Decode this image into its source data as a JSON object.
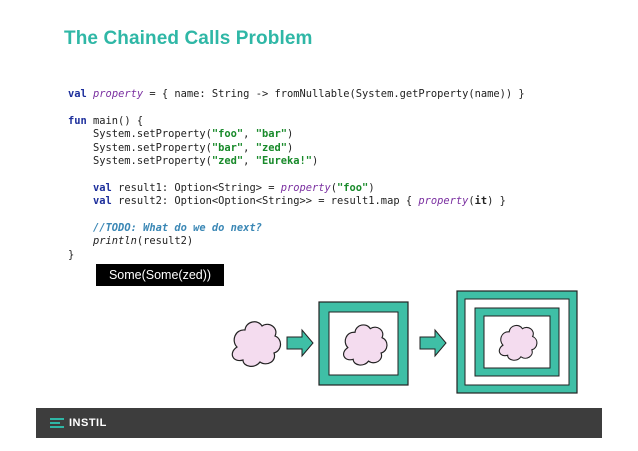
{
  "slide": {
    "title": "The Chained Calls Problem"
  },
  "code": {
    "line1": {
      "kw": "val",
      "prop": "property",
      "rest": " = { name: String -> fromNullable(System.getProperty(name)) }"
    },
    "line2": {
      "kw": "fun",
      "rest": " main() {"
    },
    "set1": {
      "pre": "    System.setProperty(",
      "s1": "\"foo\"",
      "sep": ", ",
      "s2": "\"bar\"",
      "post": ")"
    },
    "set2": {
      "pre": "    System.setProperty(",
      "s1": "\"bar\"",
      "sep": ", ",
      "s2": "\"zed\"",
      "post": ")"
    },
    "set3": {
      "pre": "    System.setProperty(",
      "s1": "\"zed\"",
      "sep": ", ",
      "s2": "\"Eureka!\"",
      "post": ")"
    },
    "result1": {
      "kw": "val",
      "mid": " result1: Option<String> = ",
      "prop": "property",
      "open": "(",
      "s": "\"foo\"",
      "close": ")"
    },
    "result2": {
      "kw": "val",
      "mid": " result2: Option<Option<String>> = result1.map { ",
      "prop": "property",
      "open": "(",
      "it": "it",
      "close": ") }"
    },
    "comment": {
      "slashes": "//",
      "text": "TODO: What do we do next?"
    },
    "println": {
      "fn": "println",
      "rest": "(result2)"
    },
    "closing": "}"
  },
  "output": {
    "text": "Some(Some(zed))"
  },
  "footer": {
    "brand": "INSTIL"
  },
  "colors": {
    "accent": "#2fb7a6",
    "footer_bg": "#3d3d3d",
    "box_fill": "#3fbfa6",
    "cloud_fill": "#f4dcef"
  }
}
